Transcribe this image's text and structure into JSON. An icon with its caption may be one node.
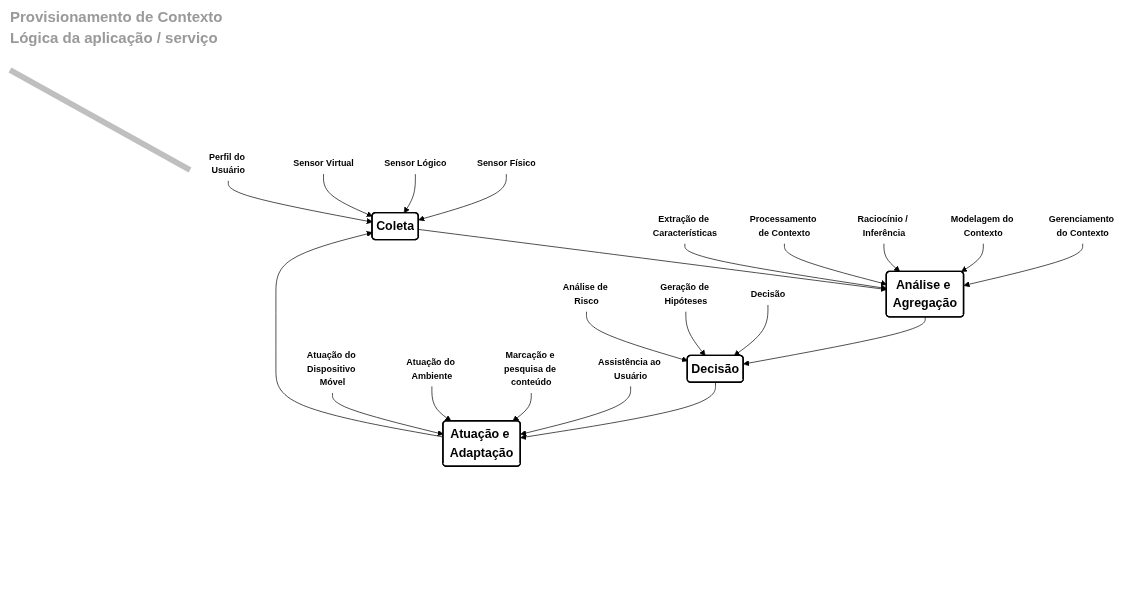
{
  "diagram": {
    "nodes": [
      {
        "text": [
          "Coleta"
        ]
      },
      {
        "text": [
          "Análise e Agregação"
        ]
      },
      {
        "text": [
          "Decisão"
        ]
      },
      {
        "text": [
          "Atuação e Adaptação"
        ]
      },
      {
        "text": [
          "Sensor Físico"
        ]
      },
      {
        "text": [
          "Sensor Lógico"
        ]
      },
      {
        "text": [
          "Sensor Virtual"
        ]
      },
      {
        "text": [
          "Perfil do Usuário"
        ]
      },
      {
        "text": [
          "Extração de Características"
        ]
      },
      {
        "text": [
          "Processamento de Contexto"
        ]
      },
      {
        "text": [
          "Raciocínio / Inferência"
        ]
      },
      {
        "text": [
          "Modelagem do Contexto"
        ]
      },
      {
        "text": [
          "Gerenciamento do Contexto"
        ]
      },
      {
        "text": [
          "Análise de Risco"
        ]
      },
      {
        "text": [
          "Geração de Hipóteses"
        ]
      },
      {
        "text": [
          "Decisão"
        ]
      },
      {
        "text": [
          "Atuação do Dispositivo Móvel"
        ]
      },
      {
        "text": [
          "Atuação do Ambiente"
        ]
      },
      {
        "text": [
          "Marcação e pesquisa de conteúdo"
        ]
      },
      {
        "text": [
          "Assistência ao Usuário"
        ]
      }
    ],
    "edges": [
      {
        "from": 0,
        "to": 1,
        "arrow": "to"
      },
      {
        "from": 1,
        "to": 2,
        "arrow": "to"
      },
      {
        "from": 2,
        "to": 3,
        "arrow": "to"
      },
      {
        "from": 3,
        "to": 0,
        "arrow": "to"
      },
      {
        "from": 4,
        "to": 0,
        "arrow": "to"
      },
      {
        "from": 5,
        "to": 0,
        "arrow": "to"
      },
      {
        "from": 6,
        "to": 0,
        "arrow": "to"
      },
      {
        "from": 7,
        "to": 0,
        "arrow": "to"
      },
      {
        "from": 8,
        "to": 1,
        "arrow": "to"
      },
      {
        "from": 9,
        "to": 1,
        "arrow": "to"
      },
      {
        "from": 10,
        "to": 1,
        "arrow": "to"
      },
      {
        "from": 11,
        "to": 1,
        "arrow": "to"
      },
      {
        "from": 12,
        "to": 1,
        "arrow": "to"
      },
      {
        "from": 13,
        "to": 2,
        "arrow": "to"
      },
      {
        "from": 14,
        "to": 2,
        "arrow": "to"
      },
      {
        "from": 15,
        "to": 2,
        "arrow": "to"
      },
      {
        "from": 16,
        "to": 3,
        "arrow": "to"
      },
      {
        "from": 17,
        "to": 3,
        "arrow": "to"
      },
      {
        "from": 18,
        "to": 3,
        "arrow": "to"
      },
      {
        "from": 19,
        "to": 3,
        "arrow": "to"
      }
    ],
    "labels": [
      "Provisionamento de Contexto",
      "Lógica da aplicação / serviço"
    ]
  }
}
